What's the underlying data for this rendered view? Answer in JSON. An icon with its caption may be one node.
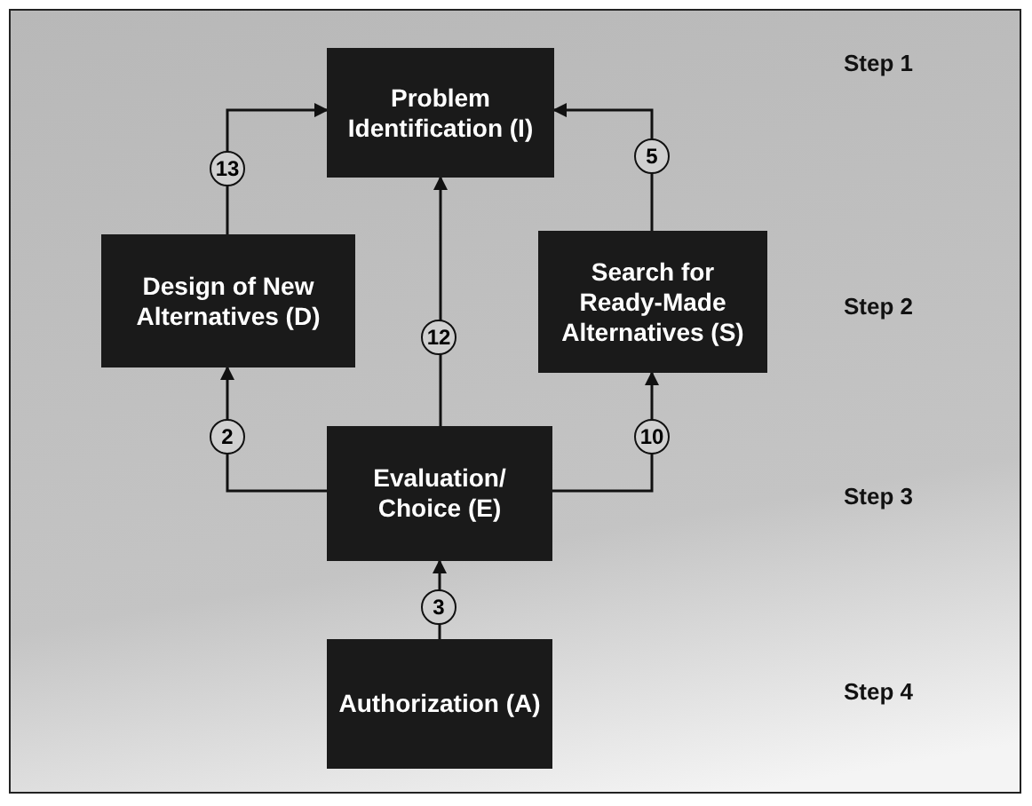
{
  "diagram": {
    "nodes": [
      {
        "text": [
          "Problem Identification (I)"
        ]
      },
      {
        "text": [
          "Design of New Alternatives (D)"
        ]
      },
      {
        "text": [
          "Search for Ready-Made Alternatives (S)"
        ]
      },
      {
        "text": [
          "Evaluation/ Choice (E)"
        ]
      },
      {
        "text": [
          "Authorization (A)"
        ]
      }
    ],
    "edges": [
      {
        "from": 1,
        "to": 0,
        "arrow": "to",
        "label": "13"
      },
      {
        "from": 2,
        "to": 0,
        "arrow": "to",
        "label": "5"
      },
      {
        "from": 3,
        "to": 0,
        "arrow": "to",
        "label": "12"
      },
      {
        "from": 3,
        "to": 1,
        "arrow": "to",
        "label": "2"
      },
      {
        "from": 3,
        "to": 2,
        "arrow": "to",
        "label": "10"
      },
      {
        "from": 4,
        "to": 3,
        "arrow": "to",
        "label": "3"
      }
    ],
    "labels": [
      "Step 1",
      "Step 2",
      "Step 3",
      "Step 4"
    ]
  }
}
